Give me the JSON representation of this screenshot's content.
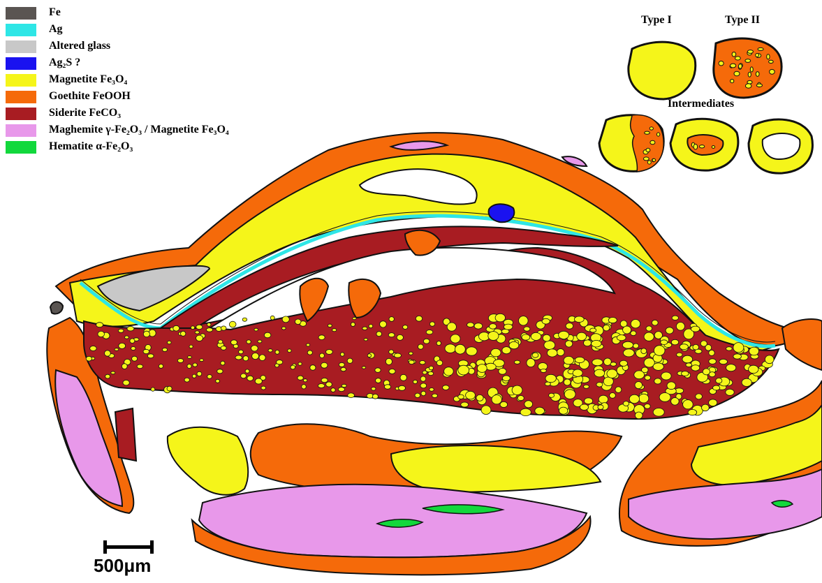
{
  "colors": {
    "fe": "#5a5552",
    "ag": "#2ee6e6",
    "altered_glass": "#c8c8c8",
    "ag2s": "#1a12f0",
    "magnetite": "#f5f51a",
    "goethite": "#f56a0a",
    "siderite": "#a81c22",
    "maghemite": "#e898ea",
    "hematite": "#12d83c",
    "outline": "#111111"
  },
  "legend": [
    {
      "key": "fe",
      "label": "Fe"
    },
    {
      "key": "ag",
      "label": "Ag"
    },
    {
      "key": "altered_glass",
      "label": "Altered glass"
    },
    {
      "key": "ag2s",
      "label": "Ag₂S ?"
    },
    {
      "key": "magnetite",
      "label": "Magnetite Fe₃O₄"
    },
    {
      "key": "goethite",
      "label": "Goethite FeOOH"
    },
    {
      "key": "siderite",
      "label": "Siderite FeCO₃"
    },
    {
      "key": "maghemite",
      "label": "Maghemite γ-Fe₂O₃ / Magnetite Fe₃O₄"
    },
    {
      "key": "hematite",
      "label": "Hematite α-Fe₂O₃"
    }
  ],
  "types": {
    "type1_label": "Type I",
    "type2_label": "Type II",
    "intermediates_label": "Intermediates"
  },
  "scale": {
    "label": "500μm"
  }
}
